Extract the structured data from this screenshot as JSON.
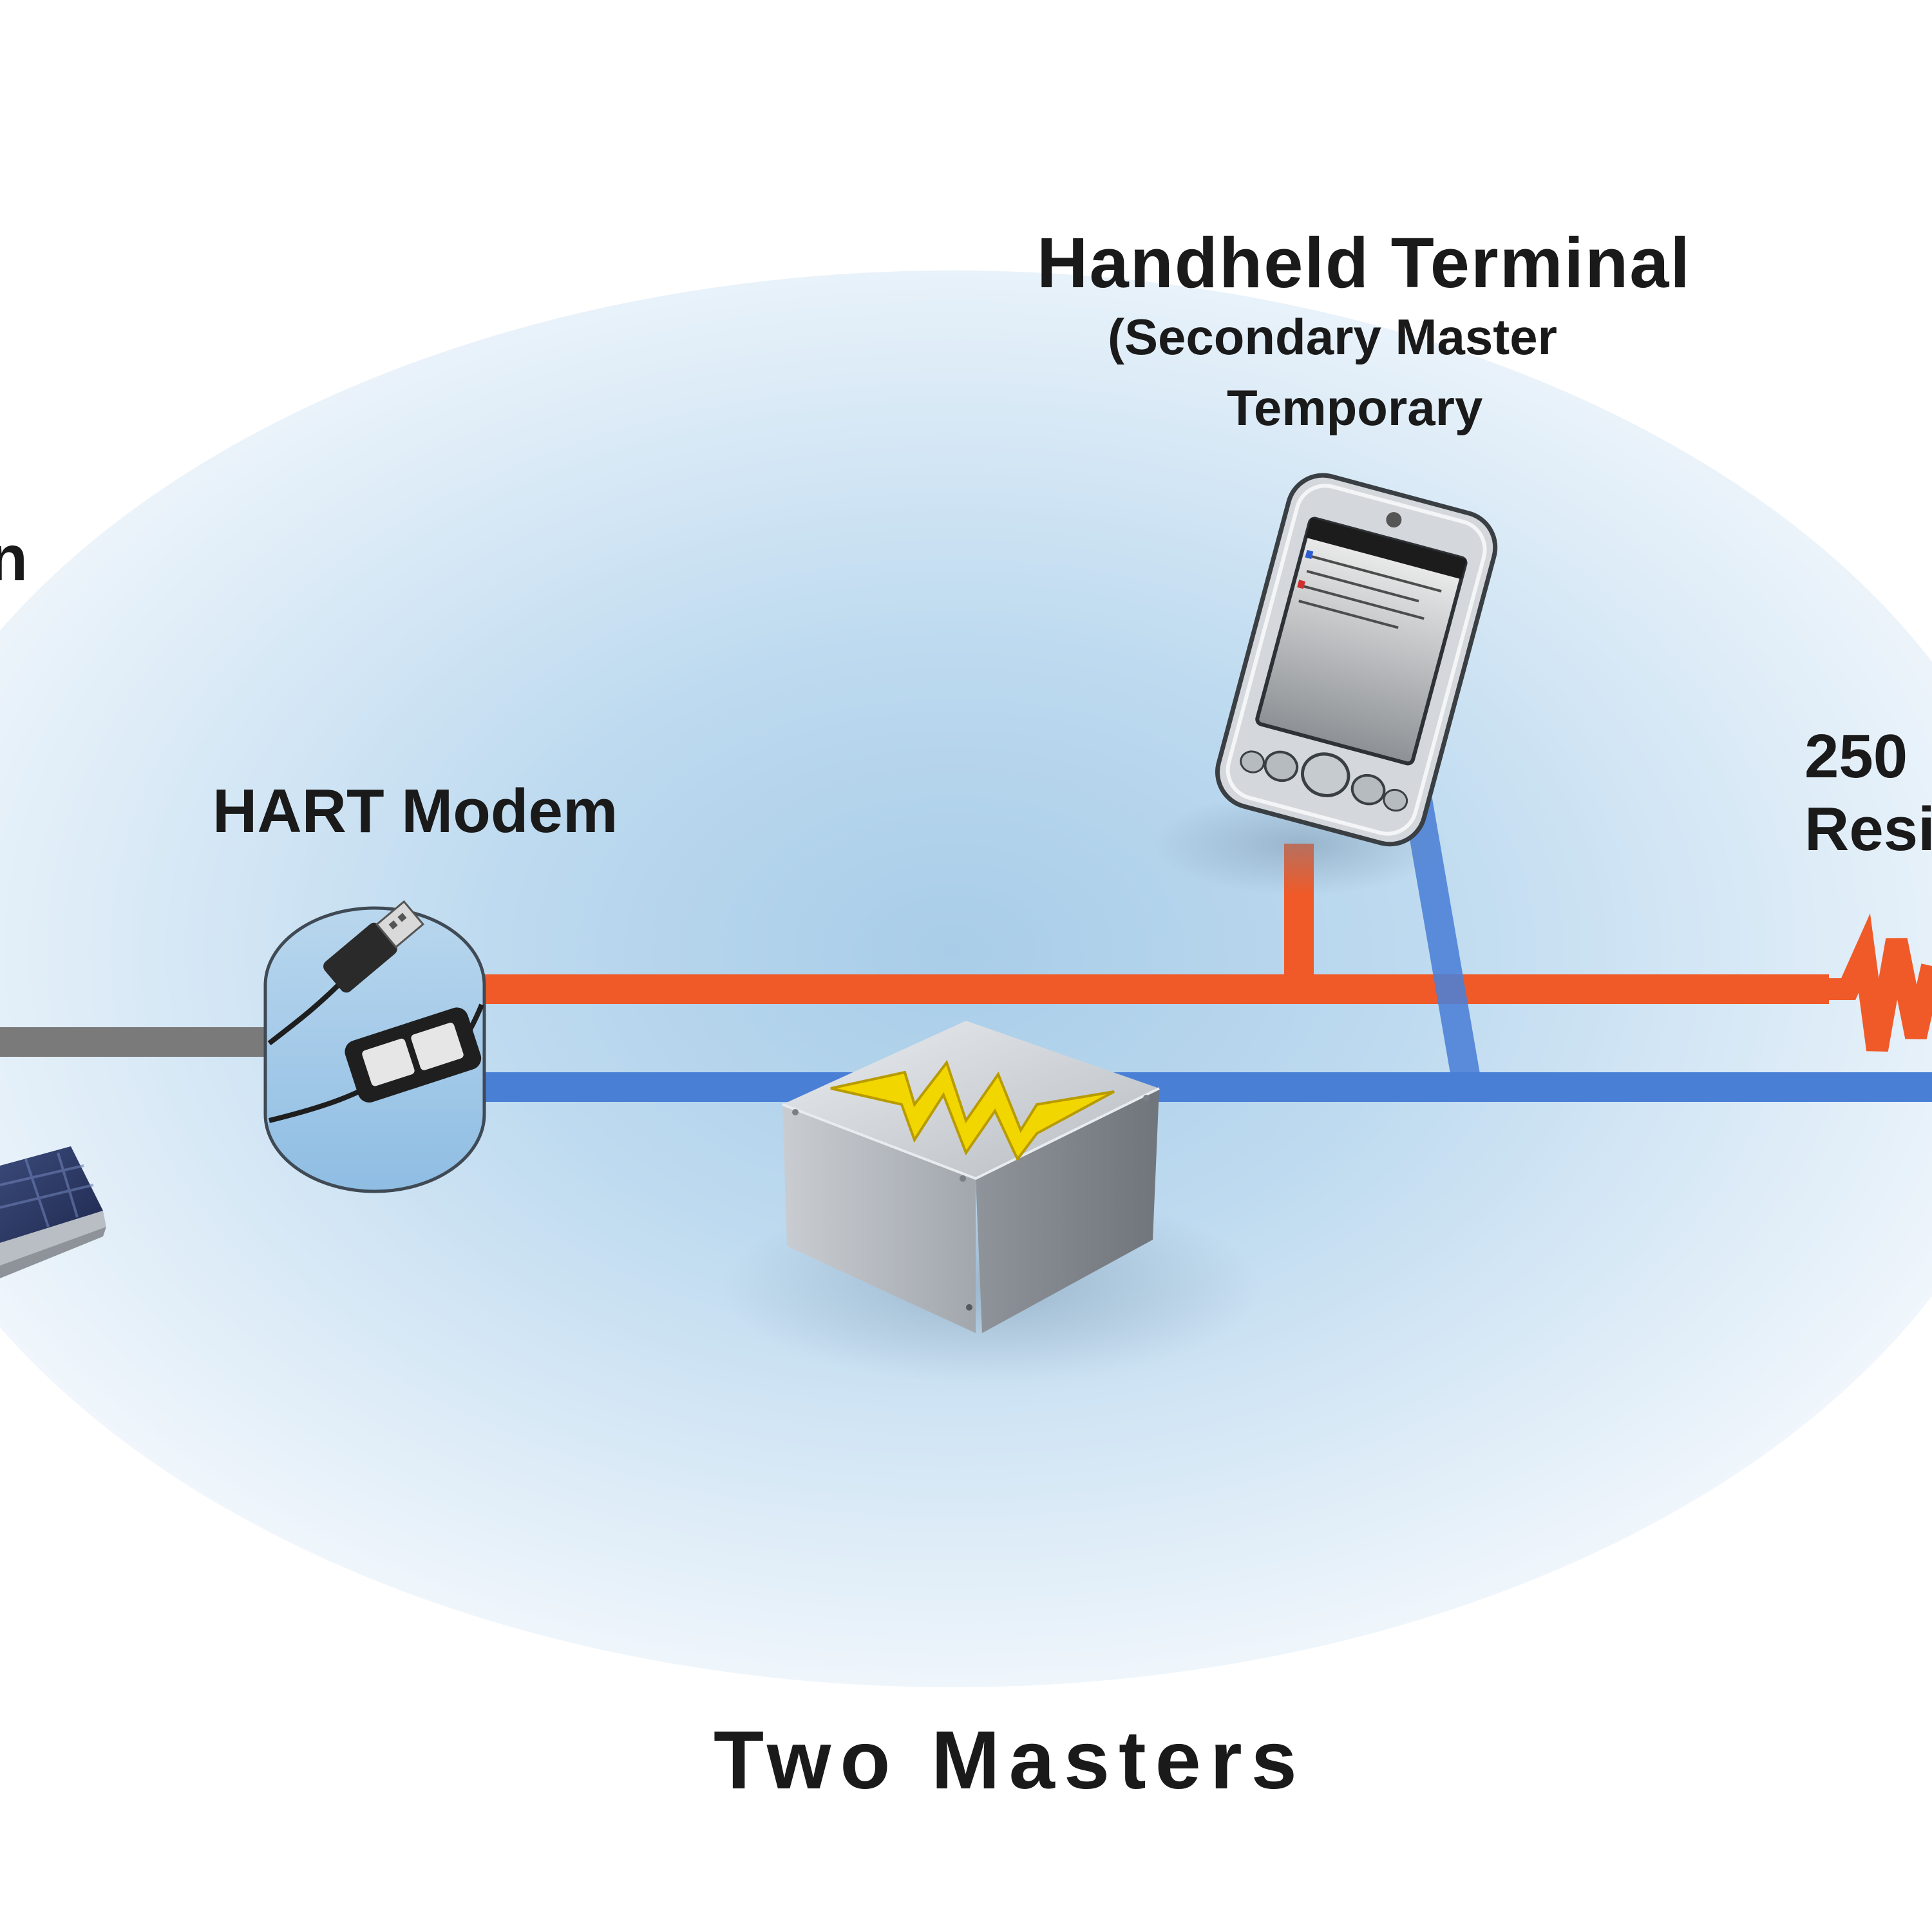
{
  "labels": {
    "handheld_title": "Handheld Terminal",
    "handheld_sub_1": "(Secondary Master",
    "handheld_sub_2": "Temporary",
    "modem": "HART Modem",
    "left_cut": "n",
    "resistor_line_1": "250",
    "resistor_line_2": "Resi",
    "caption": "Two Masters"
  },
  "colors": {
    "red_wire": "#f05a28",
    "blue_wire": "#4a7fd6",
    "gray_cable": "#7a7a7a",
    "bolt": "#f2d600"
  },
  "icons": {
    "handheld": "handheld-terminal-icon",
    "modem": "usb-modem-icon",
    "power_supply": "power-supply-box-icon",
    "resistor": "resistor-icon",
    "laptop": "laptop-icon"
  }
}
